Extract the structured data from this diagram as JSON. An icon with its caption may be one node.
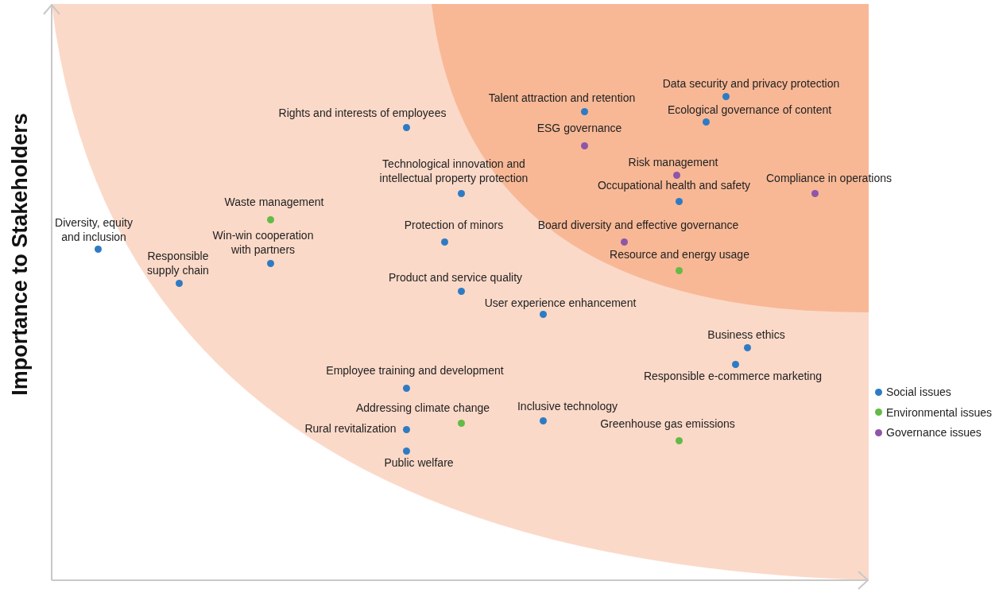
{
  "diagram": {
    "nodes": [
      {
        "text": [],
        "shape": "circle",
        "beside": [
          "Data security and privacy protection"
        ]
      },
      {
        "text": [],
        "shape": "circle",
        "beside": [
          "Talent attraction and retention"
        ]
      },
      {
        "text": [],
        "shape": "circle",
        "beside": [
          "Ecological governance of content"
        ]
      },
      {
        "text": [],
        "shape": "circle",
        "beside": [
          "Rights and interests of employees"
        ]
      },
      {
        "text": [],
        "shape": "circle",
        "beside": [
          "ESG governance"
        ]
      },
      {
        "text": [],
        "shape": "circle",
        "beside": [
          "Risk management"
        ]
      },
      {
        "text": [],
        "shape": "circle",
        "beside": [
          "Technological innovation and intellectual property protection"
        ]
      },
      {
        "text": [],
        "shape": "circle",
        "beside": [
          "Occupational health and safety"
        ]
      },
      {
        "text": [],
        "shape": "circle",
        "beside": [
          "Compliance in operations"
        ]
      },
      {
        "text": [],
        "shape": "circle",
        "beside": [
          "Waste management"
        ]
      },
      {
        "text": [],
        "shape": "circle",
        "beside": [
          "Protection of minors"
        ]
      },
      {
        "text": [],
        "shape": "circle",
        "beside": [
          "Board diversity and effective governance"
        ]
      },
      {
        "text": [],
        "shape": "circle",
        "beside": [
          "Diversity, equity and inclusion"
        ]
      },
      {
        "text": [],
        "shape": "circle",
        "beside": [
          "Win-win cooperation with partners"
        ]
      },
      {
        "text": [],
        "shape": "circle",
        "beside": [
          "Responsible supply chain"
        ]
      },
      {
        "text": [],
        "shape": "circle",
        "beside": [
          "Resource and energy usage"
        ]
      },
      {
        "text": [],
        "shape": "circle",
        "beside": [
          "Product and service quality"
        ]
      },
      {
        "text": [],
        "shape": "circle",
        "beside": [
          "User experience enhancement"
        ]
      },
      {
        "text": [],
        "shape": "circle",
        "beside": [
          "Business ethics"
        ]
      },
      {
        "text": [],
        "shape": "circle",
        "beside": [
          "Responsible e-commerce marketing"
        ]
      },
      {
        "text": [],
        "shape": "circle",
        "beside": [
          "Employee training and development"
        ]
      },
      {
        "text": [],
        "shape": "circle",
        "beside": [
          "Addressing climate change"
        ]
      },
      {
        "text": [],
        "shape": "circle",
        "beside": [
          "Inclusive technology"
        ]
      },
      {
        "text": [],
        "shape": "circle",
        "beside": [
          "Rural revitalization"
        ]
      },
      {
        "text": [],
        "shape": "circle",
        "beside": [
          "Greenhouse gas emissions"
        ]
      },
      {
        "text": [],
        "shape": "circle",
        "beside": [
          "Public welfare"
        ]
      }
    ],
    "labels": [
      "Importance to Stakeholders"
    ],
    "legend": [
      {
        "text": "Social issues",
        "color": "#2e7bc4"
      },
      {
        "text": "Environmental issues",
        "color": "#62bb46"
      },
      {
        "text": "Governance issues",
        "color": "#8e56a8"
      }
    ]
  }
}
